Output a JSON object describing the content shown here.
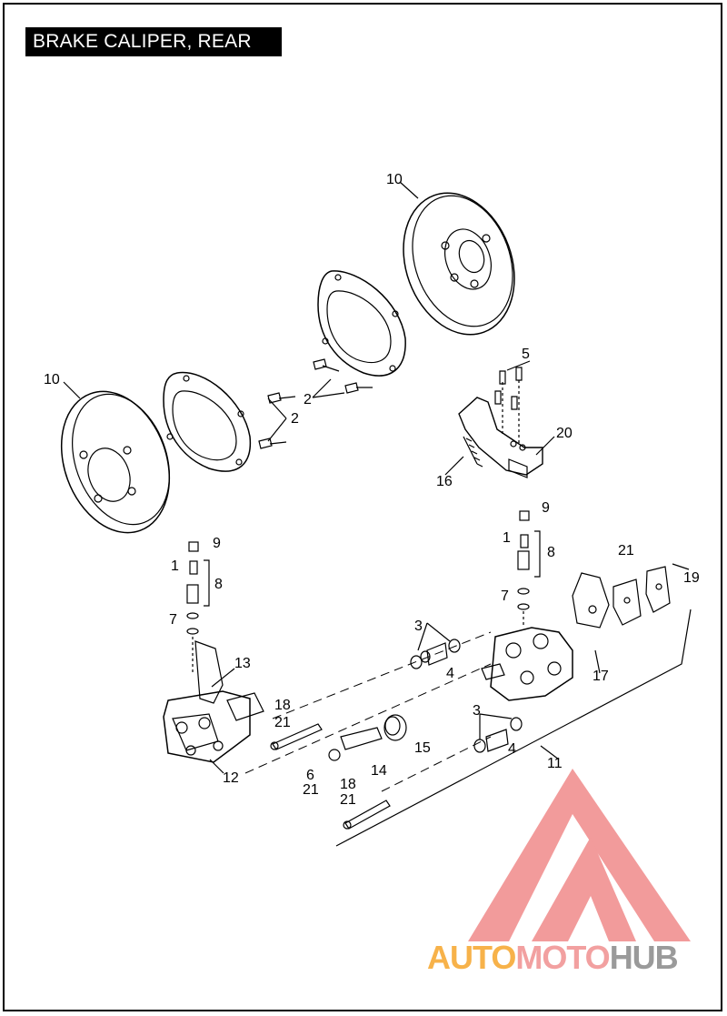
{
  "title": "BRAKE CALIPER, REAR",
  "callouts": {
    "c10a": "10",
    "c10b": "10",
    "c2a": "2",
    "c2b": "2",
    "c5": "5",
    "c20": "20",
    "c16": "16",
    "c9a": "9",
    "c1a": "1",
    "c8a": "8",
    "c7a": "7",
    "c9b": "9",
    "c1b": "1",
    "c8b": "8",
    "c7b": "7",
    "c13": "13",
    "c12": "12",
    "c18a": "18",
    "c21a": "21",
    "c6": "6",
    "c21b": "21",
    "c18b": "18",
    "c21c": "21",
    "c14": "14",
    "c15": "15",
    "c3a": "3",
    "c4a": "4",
    "c3b": "3",
    "c4b": "4",
    "c11": "11",
    "c17": "17",
    "c21d": "21",
    "c19": "19"
  },
  "watermark": {
    "part1": "AUTO",
    "part2": "MOTO",
    "part3": "HUB",
    "colors": {
      "auto": "#f7b24a",
      "moto": "#f2a0a0",
      "hub": "#9a9a9a",
      "logo": "#f08a8a"
    }
  }
}
